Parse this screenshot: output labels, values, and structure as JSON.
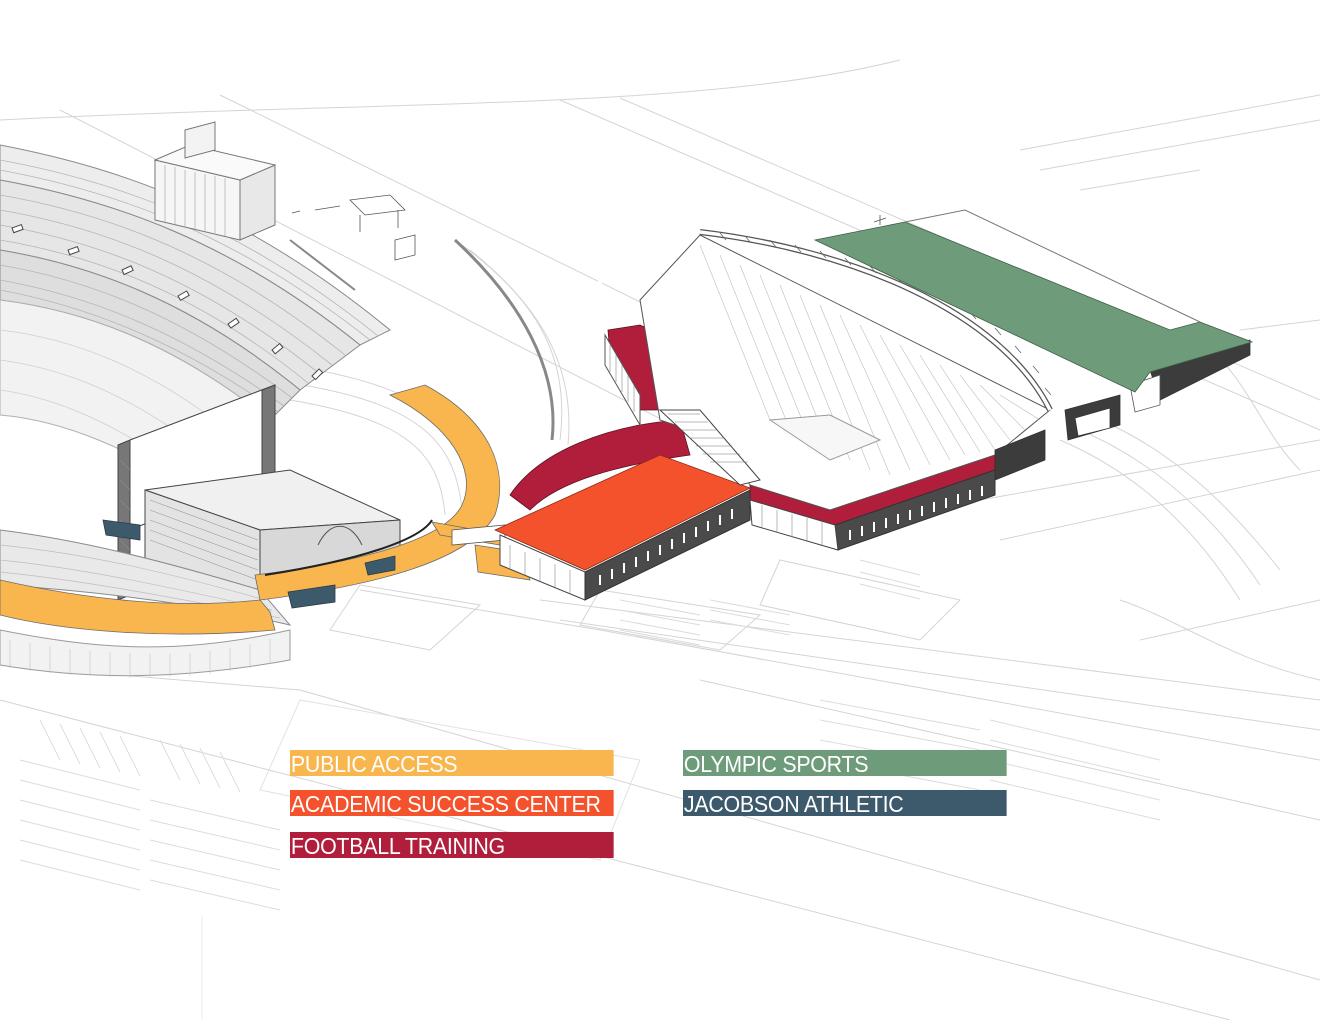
{
  "legend": {
    "public_access": {
      "label": "PUBLIC ACCESS",
      "color": "#F9B64E"
    },
    "academic_success": {
      "label": "ACADEMIC SUCCESS CENTER",
      "color": "#F4522D"
    },
    "football_training": {
      "label": "FOOTBALL TRAINING",
      "color": "#B01E3C"
    },
    "olympic_sports": {
      "label": "OLYMPIC SPORTS",
      "color": "#6E9C7A"
    },
    "jacobson_athletic": {
      "label": "JACOBSON ATHLETIC",
      "color": "#3D5A6C"
    }
  },
  "drawing": {
    "line_color": "#9a9a9a",
    "dark_line_color": "#555555",
    "structure_fill": "#f4f4f4",
    "facade_dark": "#3c3c3c"
  }
}
